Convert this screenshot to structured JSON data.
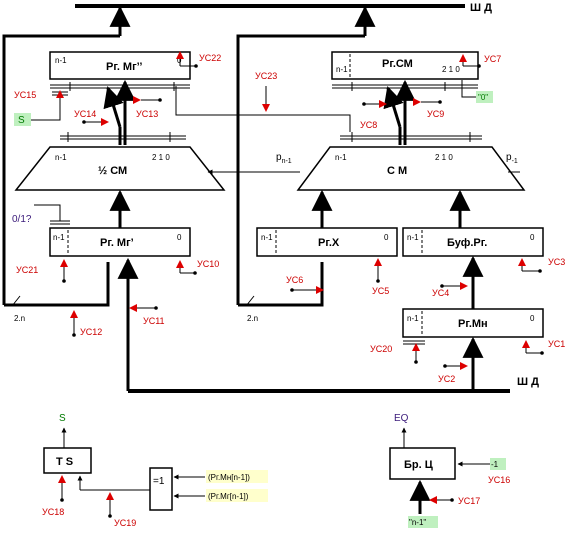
{
  "bus_labels": {
    "top": "Ш Д",
    "bottom": "Ш Д"
  },
  "registers": {
    "rg_mg2": {
      "title": "Рг. Мг’’",
      "msb": "n-1",
      "lsb": "0"
    },
    "rg_mg1": {
      "title": "Рг. Мг’",
      "msb": "n-1",
      "lsb": "0"
    },
    "rg_cm": {
      "title": "Рг.СМ",
      "msb": "n-1",
      "bits": "2  1  0"
    },
    "rg_x": {
      "title": "Рг.Х",
      "msb": "n-1",
      "lsb": "0"
    },
    "buf_rg": {
      "title": "Буф.Рг.",
      "msb": "n-1",
      "lsb": "0"
    },
    "rg_mn": {
      "title": "Рг.Мн",
      "msb": "n-1",
      "lsb": "0"
    }
  },
  "adders": {
    "half_cm": {
      "title": "½ СМ",
      "msb": "n-1",
      "bits": "2  1  0"
    },
    "cm": {
      "title": "С М",
      "msb": "n-1",
      "bits": "2  1  0"
    }
  },
  "signals": {
    "us1": "УС1",
    "us2": "УС2",
    "us3": "УС3",
    "us4": "УС4",
    "us5": "УС5",
    "us6": "УС6",
    "us7": "УС7",
    "us8": "УС8",
    "us9": "УС9",
    "us10": "УС10",
    "us11": "УС11",
    "us12": "УС12",
    "us13": "УС13",
    "us14": "УС14",
    "us15": "УС15",
    "us16": "УС16",
    "us17": "УС17",
    "us18": "УС18",
    "us19": "УС19",
    "us20": "УС20",
    "us21": "УС21",
    "us22": "УС22",
    "us23": "УС23"
  },
  "carry": {
    "p_n1": "p",
    "p_n1_sub": "n-1",
    "p_m1": "p",
    "p_m1_sub": "-1"
  },
  "labels": {
    "s_top": "S",
    "zero_quote": "\"0\"",
    "zero_one": "0/1?",
    "width_left": "2.n",
    "width_right": "2.n",
    "s_out": "S",
    "eq_out": "EQ",
    "minus_one": "-1",
    "n_minus_one": "\"n-1\""
  },
  "ts_block": {
    "title": "T S"
  },
  "xor_block": {
    "title": "=1",
    "in1": "(Рг.Мн[n-1])",
    "in2": "(Рг.Мг[n-1])"
  },
  "counter": {
    "title": "Бр. Ц"
  },
  "colors": {
    "signal": "#cc0000",
    "arrow_fill": "#dd0000",
    "label_bg": "#bff0bf",
    "note_bg": "#ffffcc",
    "purple": "#3a1a7a"
  }
}
